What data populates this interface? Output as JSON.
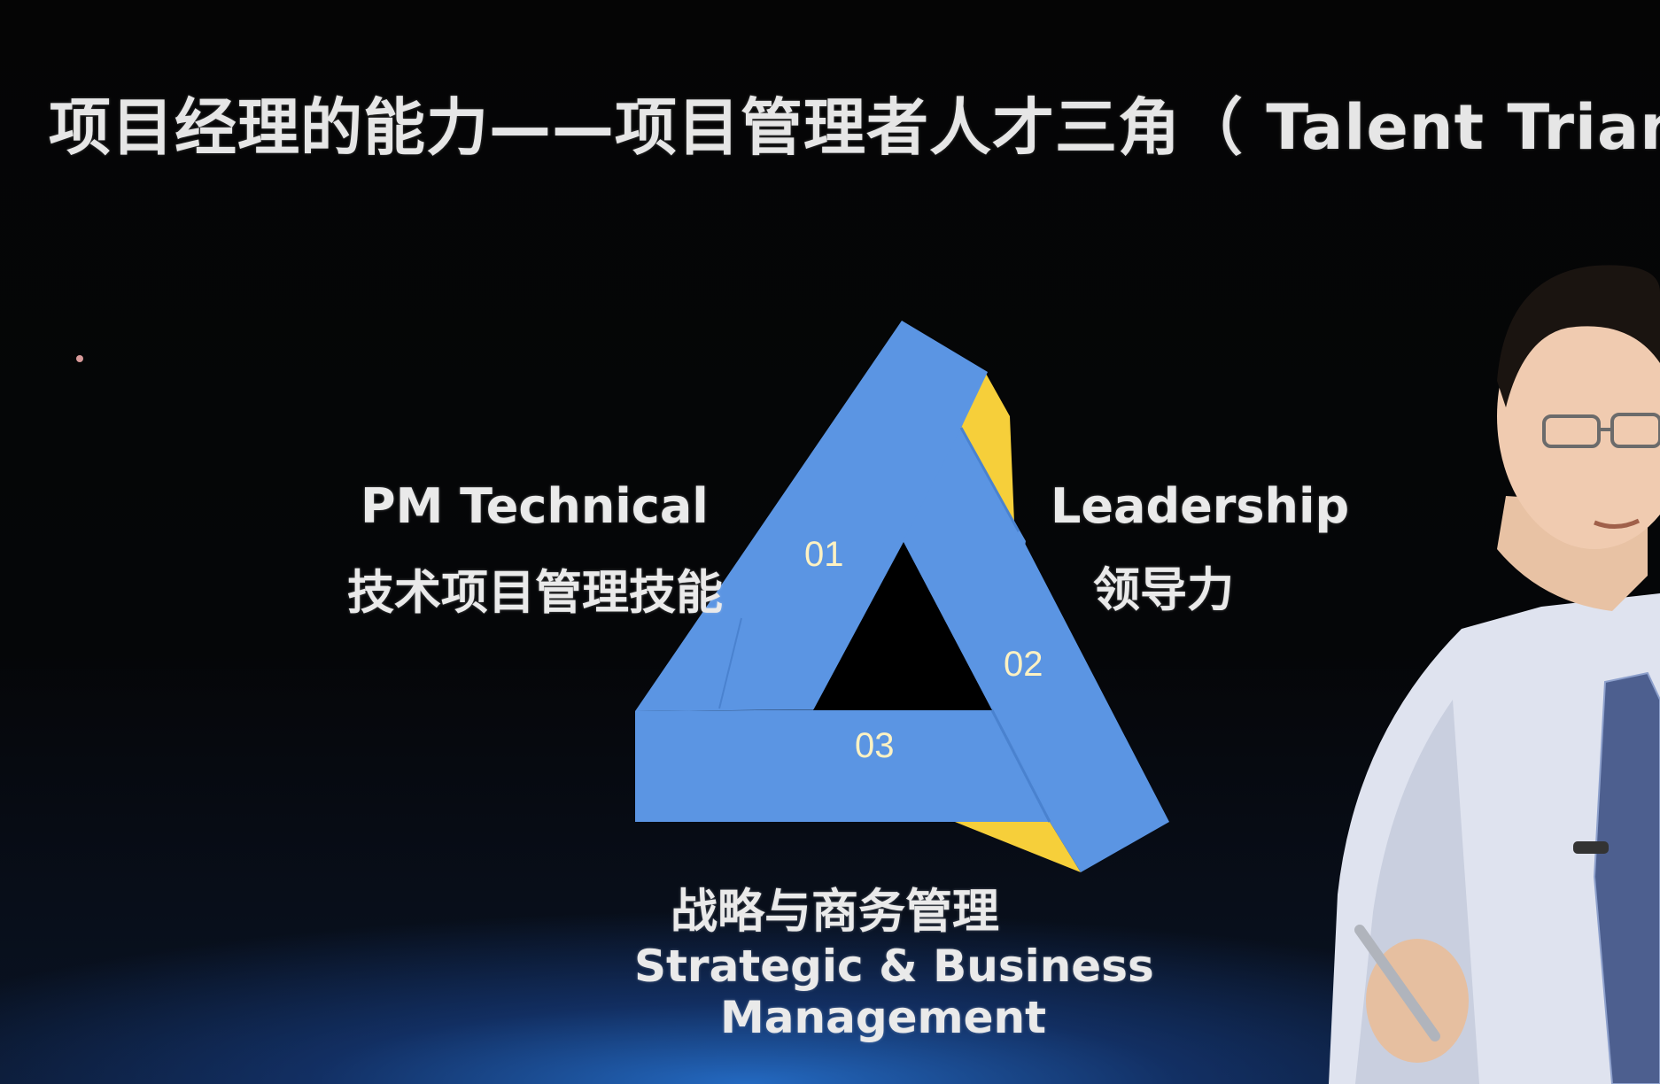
{
  "slide": {
    "title": "项目经理的能力——项目管理者人才三角（ Talent Triangle ）",
    "diagram": {
      "sections": [
        {
          "number": "01",
          "label_en": "PM Technical",
          "label_zh": "技术项目管理技能"
        },
        {
          "number": "02",
          "label_en": "Leadership",
          "label_zh": "领导力"
        },
        {
          "number": "03",
          "label_zh": "战略与商务管理",
          "label_en_line1": "Strategic & Business",
          "label_en_line2": "Management"
        }
      ],
      "colors": {
        "face": "#5b95e3",
        "fold": "#f6cf3a",
        "background": "#000000"
      }
    }
  }
}
